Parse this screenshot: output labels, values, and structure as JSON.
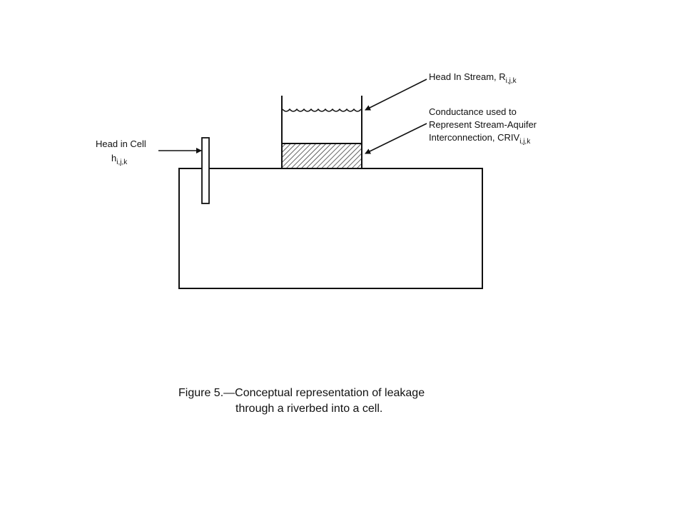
{
  "labels": {
    "head_in_stream": {
      "text": "Head In Stream, R",
      "subscript": "i,j,k"
    },
    "conductance_line1": "Conductance used to",
    "conductance_line2": "Represent Stream-Aquifer",
    "conductance_line3": {
      "text": "Interconnection, CRIV",
      "subscript": "i,j,k"
    },
    "head_in_cell_line1": "Head in Cell",
    "head_in_cell_line2": {
      "text": "h",
      "subscript": "i,j,k"
    }
  },
  "caption": {
    "line1": "Figure 5.—Conceptual representation of leakage",
    "line2": "through a riverbed into a cell."
  }
}
